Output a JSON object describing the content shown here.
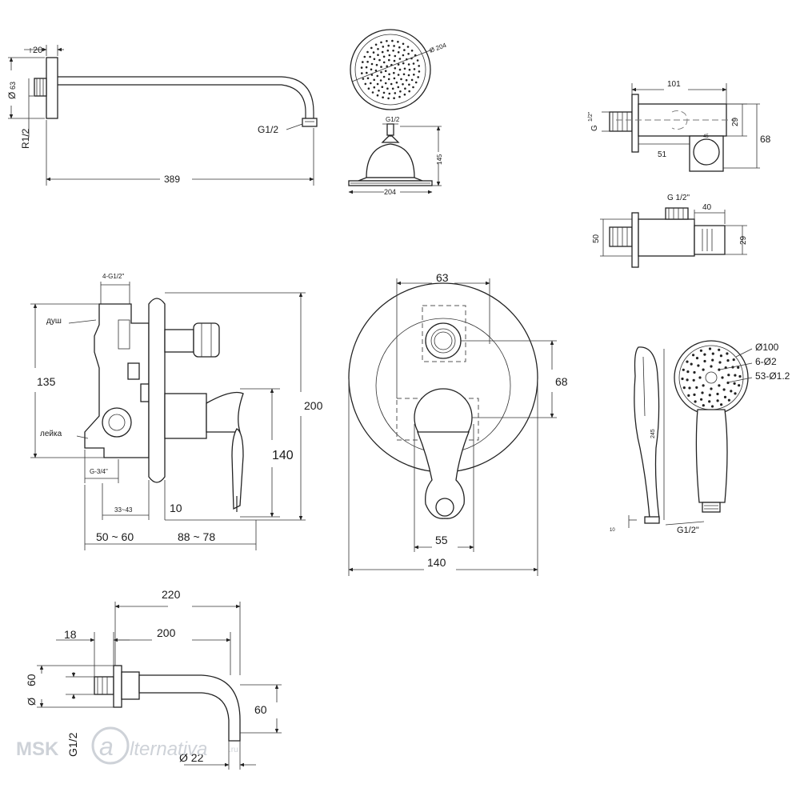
{
  "shower_arm": {
    "dim_flange": "20",
    "dim_diameter": "Ø",
    "dim_diameter_value": "63",
    "thread_left": "R1/2",
    "thread_end": "G1/2",
    "dim_length": "389"
  },
  "shower_head": {
    "dim_diameter": "Ø 204",
    "thread": "G1/2",
    "dim_height": "145",
    "dim_width": "204"
  },
  "holder_top": {
    "dim_length": "101",
    "thread": "G",
    "thread_frac": "1/2\"",
    "dim_height_small": "29",
    "dim_height": "68",
    "dim_offset": "51",
    "dim_inner": "45"
  },
  "holder_bottom": {
    "thread": "G 1/2\"",
    "dim_width": "40",
    "dim_left": "50",
    "dim_right": "29"
  },
  "mixer_side": {
    "thread_top": "4-G1/2\"",
    "label_shower": "душ",
    "dim_135": "135",
    "label_handshower": "лейка",
    "thread_bottom": "G-3/4\"",
    "dim_33_43": "33~43",
    "dim_10": "10",
    "dim_50_60": "50 ~ 60",
    "dim_88_78": "88 ~ 78",
    "dim_140": "140",
    "dim_200": "200"
  },
  "mixer_front": {
    "dim_63": "63",
    "dim_68": "68",
    "dim_55": "55",
    "dim_140": "140"
  },
  "hand_shower": {
    "spec_1": "Ø100",
    "spec_2": "6-Ø2",
    "spec_3": "53-Ø1.2",
    "dim_length": "245",
    "dim_10": "10",
    "thread": "G1/2\""
  },
  "spout": {
    "dim_220": "220",
    "dim_18": "18",
    "dim_200": "200",
    "dim_diameter_label": "Ø",
    "dim_60_left": "60",
    "dim_60_right": "60",
    "thread": "G1/2",
    "dim_22": "Ø 22"
  },
  "watermark": {
    "brand": "MSK",
    "logo_letter": "a",
    "text": "lternativa",
    "suffix": ".ru"
  }
}
